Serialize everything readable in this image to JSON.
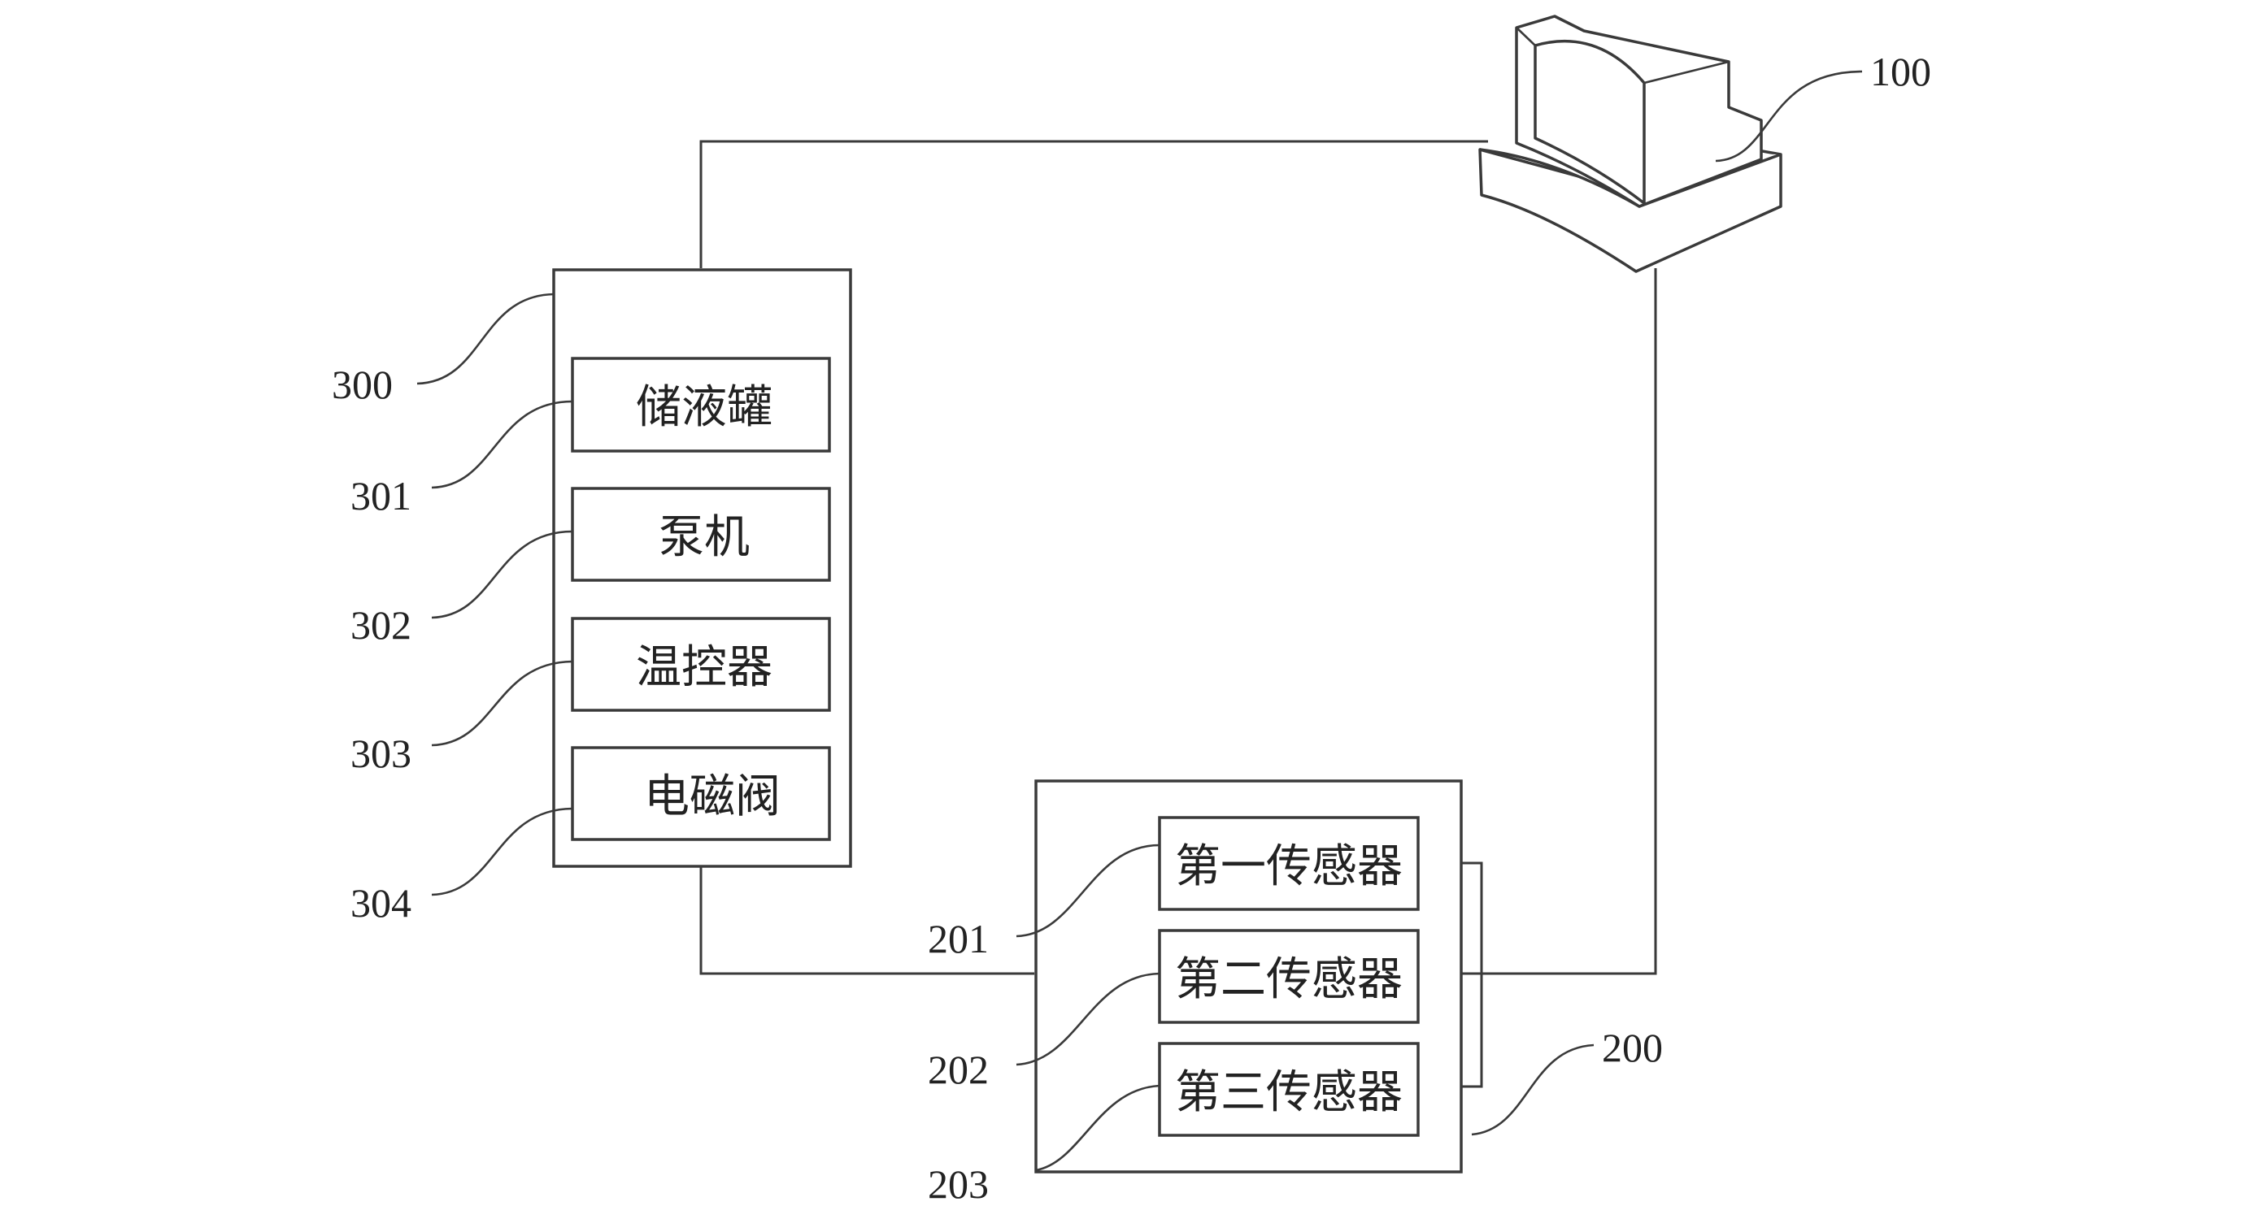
{
  "labels": {
    "computer": "100",
    "sensor_group": "200",
    "sensor_1": "201",
    "sensor_2": "202",
    "sensor_3": "203",
    "supply_unit": "300",
    "tank_id": "301",
    "pump_id": "302",
    "thermostat_id": "303",
    "valve_id": "304"
  },
  "components": {
    "tank": "储液罐",
    "pump": "泵机",
    "thermostat": "温控器",
    "valve": "电磁阀",
    "sensor_first": "第一传感器",
    "sensor_second": "第二传感器",
    "sensor_third": "第三传感器"
  }
}
